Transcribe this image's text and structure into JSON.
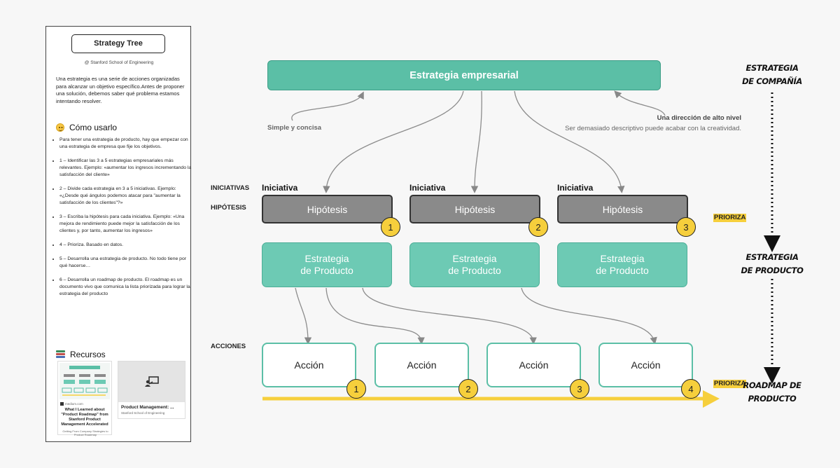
{
  "sidebar": {
    "title": "Strategy Tree",
    "subtitle": "@ Stanford School of Engineering",
    "intro": "Una estrategia es una serie de acciones organizadas para alcanzar un objetivo específico.Antes de proponer una solución, debemos saber qué problema estamos intentando resolver.",
    "how_heading": "Cómo usarlo",
    "how_icon": "slightly-smiling-face-icon",
    "steps": [
      "Para tener una estrategia de producto, hay que empezar con una estrategia de empresa que fije los objetivos.",
      "1 – Identificar las 3 a 5 estrategias empresariales más relevantes. Ejemplo: «aumentar los ingresos incrementando la satisfacción del cliente»",
      "2 – Divide cada estrategia en 3 a 5 iniciativas. Ejemplo: «¿Desde qué ángulos podemos atacar para \"aumentar la satisfacción de los clientes\"?»",
      "3 – Escriba la hipótesis para cada iniciativa. Ejemplo: «Una mejora de rendimiento puede mejor la satisfacción de los clientes y, por tanto, aumentar los ingresos»",
      "4 – Prioriza. Basado en datos.",
      "5 – Desarrolla una estrategia de producto. No todo tiene por qué hacerse…",
      "6 – Desarrolla un roadmap de producto. El roadmap es un documento vivo que comunica la lista priorizada para lograr la estrategia del producto"
    ],
    "resources_heading": "Recursos",
    "resources_icon": "books-icon",
    "resources": [
      {
        "brand": "medium.com",
        "title": "What I Learned about \"Product Roadmap\" from Stanford Product Management Accelerated",
        "subtitle": "Getting From Company Strategies to Product Roadmap"
      },
      {
        "title": "Product Management: ...",
        "subtitle": "Stanford School of Engineering",
        "thumb_icon": "presentation-icon"
      }
    ]
  },
  "diagram": {
    "top_box": "Estrategia empresarial",
    "note_left": "Simple y concisa",
    "note_right_title": "Una dirección de alto nivel",
    "note_right_sub": "Ser demasiado descriptivo puede acabar con la creatividad.",
    "label_iniciativas": "INICIATIVAS",
    "label_hipotesis": "HIPÓTESIS",
    "label_acciones": "ACCIONES",
    "prioriza": "PRIORIZA",
    "initiatives": [
      {
        "label": "Iniciativa",
        "hypothesis": "Hipótesis",
        "rank": "1",
        "strategy_line1": "Estrategia",
        "strategy_line2": "de Producto"
      },
      {
        "label": "Iniciativa",
        "hypothesis": "Hipótesis",
        "rank": "2",
        "strategy_line1": "Estrategia",
        "strategy_line2": "de Producto"
      },
      {
        "label": "Iniciativa",
        "hypothesis": "Hipótesis",
        "rank": "3",
        "strategy_line1": "Estrategia",
        "strategy_line2": "de Producto"
      }
    ],
    "actions": [
      {
        "label": "Acción",
        "rank": "1"
      },
      {
        "label": "Acción",
        "rank": "2"
      },
      {
        "label": "Acción",
        "rank": "3"
      },
      {
        "label": "Acción",
        "rank": "4"
      }
    ],
    "colors": {
      "teal": "#5bbfa6",
      "teal_light": "#6dcab4",
      "grey": "#8a8a8a",
      "yellow": "#f6cf3c"
    }
  },
  "timeline": {
    "level1_line1": "ESTRATEGIA",
    "level1_line2": "DE COMPAÑÍA",
    "level2_line1": "ESTRATEGIA",
    "level2_line2": "DE PRODUCTO",
    "level3_line1": "ROADMAP DE",
    "level3_line2": "PRODUCTO"
  }
}
